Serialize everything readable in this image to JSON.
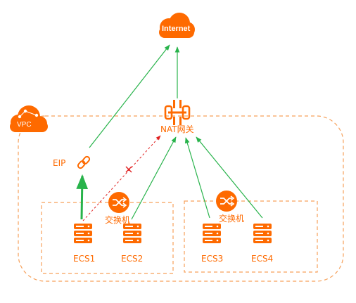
{
  "colors": {
    "orange": "#fe6a00",
    "green": "#28b34b",
    "red": "#e02020",
    "dash": "#f6a05a"
  },
  "labels": {
    "internet": "Internet",
    "vpc": "VPC",
    "nat": "NAT网关",
    "eip": "EIP",
    "switch_left": "交换机",
    "switch_right": "交换机",
    "ecs1": "ECS1",
    "ecs2": "ECS2",
    "ecs3": "ECS3",
    "ecs4": "ECS4"
  },
  "icons": {
    "internet": "cloud-icon",
    "vpc": "vpc-cloud-icon",
    "nat": "nat-gateway-icon",
    "eip": "eip-link-icon",
    "switch": "switch-icon",
    "server": "server-icon",
    "blocked": "cross-mark-icon"
  }
}
